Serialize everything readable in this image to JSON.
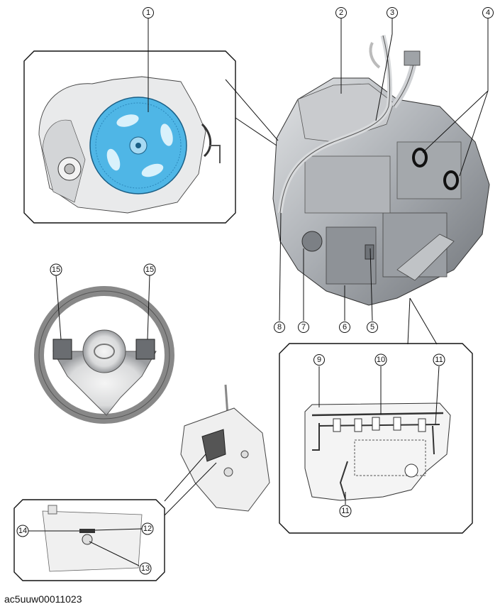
{
  "callouts": [
    {
      "id": "c1",
      "label": "1"
    },
    {
      "id": "c2",
      "label": "2"
    },
    {
      "id": "c3",
      "label": "3"
    },
    {
      "id": "c4",
      "label": "4"
    },
    {
      "id": "c5",
      "label": "5"
    },
    {
      "id": "c6",
      "label": "6"
    },
    {
      "id": "c7",
      "label": "7"
    },
    {
      "id": "c8",
      "label": "8"
    },
    {
      "id": "c9",
      "label": "9"
    },
    {
      "id": "c10",
      "label": "10"
    },
    {
      "id": "c11a",
      "label": "11"
    },
    {
      "id": "c11b",
      "label": "11"
    },
    {
      "id": "c12",
      "label": "12"
    },
    {
      "id": "c13",
      "label": "13"
    },
    {
      "id": "c14",
      "label": "14"
    },
    {
      "id": "c15a",
      "label": "15"
    },
    {
      "id": "c15b",
      "label": "15"
    }
  ],
  "footer": {
    "image_code": "ac5uuw00011023"
  },
  "colors": {
    "flywheel": "#4fb6e6",
    "housing": "#b9bcc0",
    "outline": "#222222",
    "seal": "#111111"
  }
}
